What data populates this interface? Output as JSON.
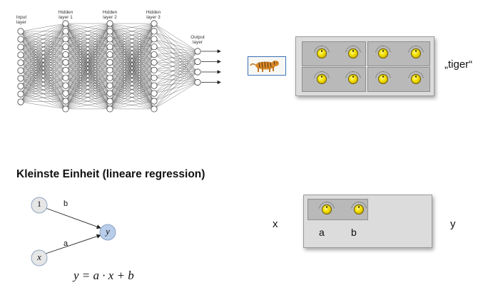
{
  "network": {
    "input_label": "Input\nlayer",
    "hidden1_label": "Hidden\nlayer 1",
    "hidden2_label": "Hidden\nlayer 2",
    "hidden3_label": "Hidden\nlayer 3",
    "output_label": "Output\nlayer"
  },
  "tiger_image": {
    "icon": "tiger-photo-icon"
  },
  "model_panel": {
    "label": "„tiger“"
  },
  "section": {
    "title": "Kleinste Einheit (lineare regression)"
  },
  "regression": {
    "node_one": "1",
    "node_x": "x",
    "node_y": "y",
    "edge_b": "b",
    "edge_a": "a",
    "formula": "y = a · x + b"
  },
  "unit_panel": {
    "input": "x",
    "output": "y",
    "knob_a": "a",
    "knob_b": "b"
  },
  "colors": {
    "knob": "#f4e200",
    "node_fill_blue": "#b8cdea",
    "node_fill_gray": "#e6e6e6",
    "panel_bg": "#dcdcdc",
    "image_border": "#3a6fb5"
  }
}
